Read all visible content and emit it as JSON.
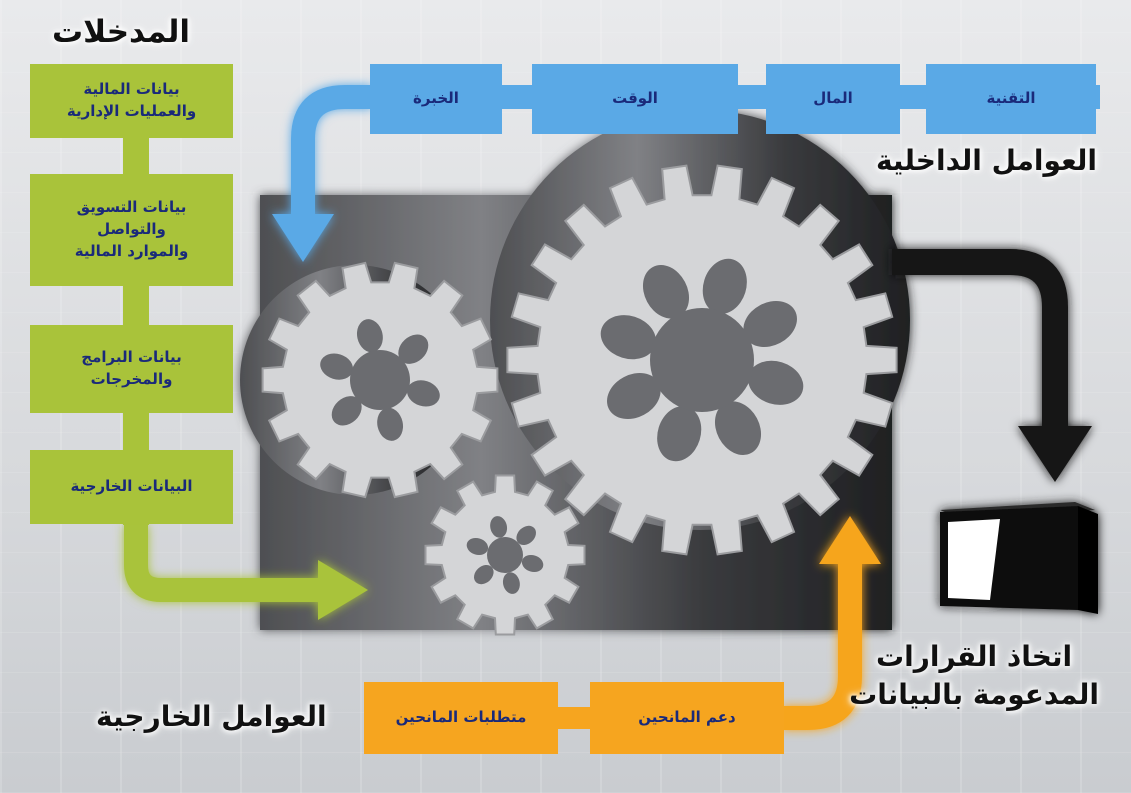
{
  "headings": {
    "inputs": "المدخلات",
    "internal_factors": "العوامل الداخلية",
    "external_factors": "العوامل الخارجية",
    "output_line1": "اتخاذ القرارات",
    "output_line2": "المدعومة بالبيانات"
  },
  "inputs": [
    {
      "line1": "بيانات المالية",
      "line2": "والعمليات الإدارية"
    },
    {
      "line1": "بيانات التسويق",
      "line2": "والتواصل",
      "line3": "والموارد المالية"
    },
    {
      "line1": "بيانات البرامج",
      "line2": "والمخرجات"
    },
    {
      "line1": "البيانات الخارجية"
    }
  ],
  "internal": [
    "التقنية",
    "المال",
    "الوقت",
    "الخبرة"
  ],
  "external": [
    "دعم المانحين",
    "متطلبات المانحين"
  ],
  "colors": {
    "inputs": "#a9c33a",
    "internal": "#5aa9e6",
    "external": "#f6a51f",
    "output": "#111111",
    "text": "#1a2a7a"
  }
}
